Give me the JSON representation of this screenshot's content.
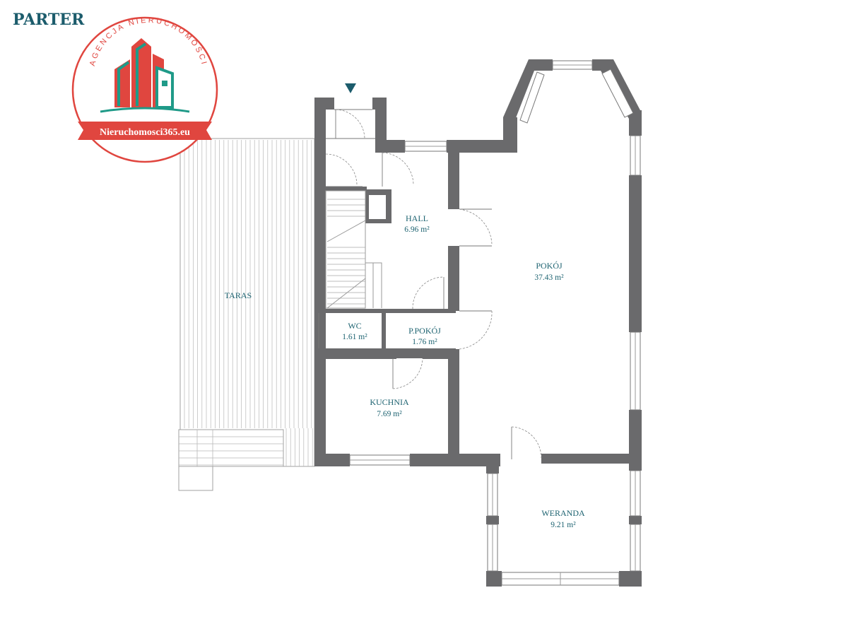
{
  "page": {
    "title": "PARTER"
  },
  "logo": {
    "arc_text": "AGENCJA NIERUCHOMOŚCI",
    "banner_text": "Nieruchomosci365.eu",
    "colors": {
      "ring": "#e0463f",
      "building_red": "#e0463f",
      "building_teal": "#1f9a88",
      "base": "#1f9a88"
    }
  },
  "rooms": {
    "hall": {
      "name": "HALL",
      "area": "6.96 m²"
    },
    "pokoj": {
      "name": "POKÓJ",
      "area": "37.43 m²"
    },
    "taras": {
      "name": "TARAS"
    },
    "wc": {
      "name": "WC",
      "area": "1.61 m²"
    },
    "ppokoj": {
      "name": "P.POKÓJ",
      "area": "1.76 m²"
    },
    "kuchnia": {
      "name": "KUCHNIA",
      "area": "7.69 m²"
    },
    "weranda": {
      "name": "WERANDA",
      "area": "9.21 m²"
    }
  },
  "colors": {
    "wall": "#6a6a6c",
    "text": "#1f6472",
    "entrance_marker": "#1c5c6c"
  }
}
